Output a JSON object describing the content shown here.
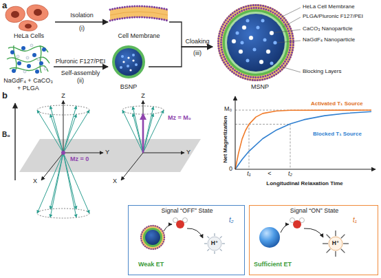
{
  "diagram": {
    "nodes": [
      {
        "text": [
          "HeLa Cells"
        ]
      },
      {
        "text": [
          "Cell Membrane"
        ]
      },
      {
        "text": [
          "NaGdF₄ + CaCO₃ + PLGA"
        ]
      },
      {
        "text": [
          "BSNP"
        ]
      },
      {
        "text": [
          "MSNP"
        ]
      },
      {
        "text": [
          "Signal “OFF” State",
          "Weak ET",
          "H⁺",
          "t₂"
        ]
      },
      {
        "text": [
          "Signal “ON” State",
          "Sufficient ET",
          "H⁺",
          "t₁"
        ]
      }
    ],
    "edges": [
      {
        "from": 0,
        "to": 1,
        "arrow": "to"
      },
      {
        "from": 2,
        "to": 3,
        "arrow": "to"
      },
      {
        "from": 1,
        "to": 4,
        "arrow": "to"
      },
      {
        "from": 3,
        "to": 4,
        "arrow": "to"
      }
    ],
    "labels": [
      "a",
      "Isolation",
      "(i)",
      "Pluronic F127/PEI",
      "Self-assembly",
      "(ii)",
      "Cloaking",
      "(iii)",
      "HeLa Cell Membrane",
      "PLGA/Pluronic F127/PEI",
      "CaCO₃ Nanoparticle",
      "NaGdF₄ Nanoparticle",
      "Blocking Layers",
      "b",
      "B₀",
      "Z",
      "Z",
      "X",
      "Y",
      "X",
      "Y",
      "Mᴢ = 0",
      "Mᴢ = M₀",
      "M₀",
      "0",
      "Net Magnetization",
      "Longitudinal Relaxation Time",
      "Activated T₁ Source",
      "Blocked T₁ Source",
      "t₁",
      "<",
      "t₂"
    ]
  }
}
